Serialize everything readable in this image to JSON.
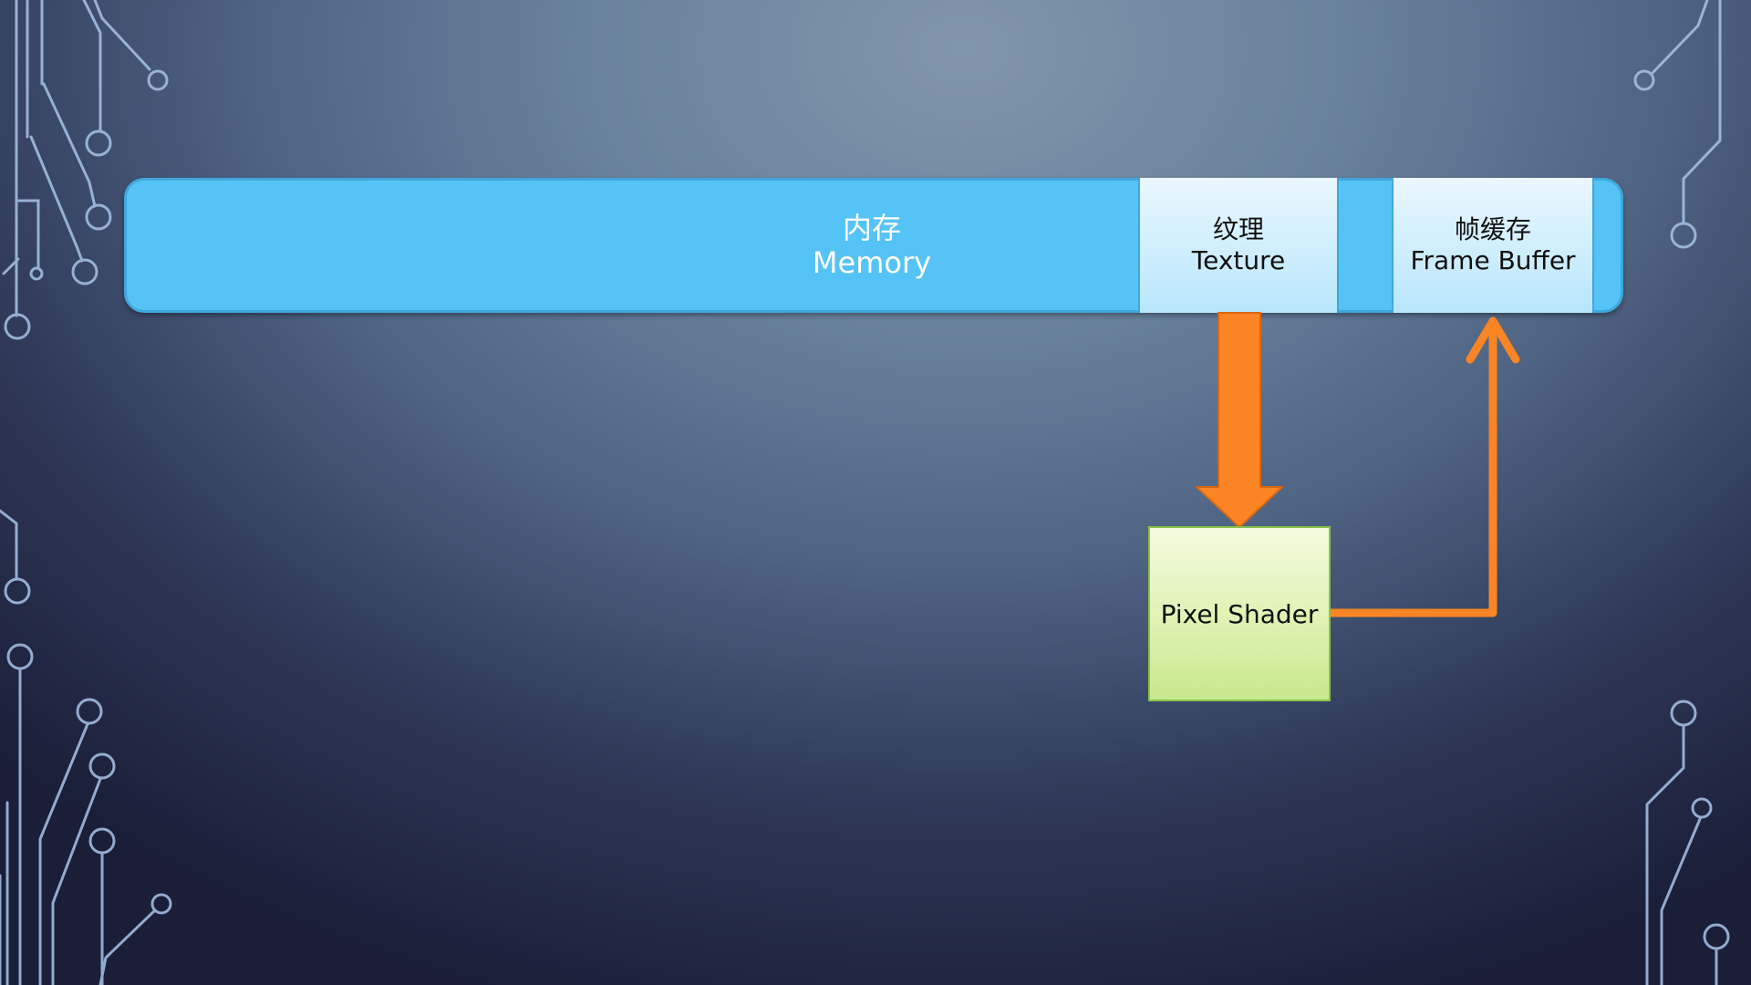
{
  "memory": {
    "label_cn": "内存",
    "label_en": "Memory"
  },
  "texture": {
    "label_cn": "纹理",
    "label_en": "Texture"
  },
  "frame_buffer": {
    "label_cn": "帧缓存",
    "label_en": "Frame Buffer"
  },
  "shader": {
    "label": "Pixel Shader"
  },
  "colors": {
    "memory_bar": "#56c3f6",
    "cell_fill": "#cfeefd",
    "shader_fill": "#dff2b2",
    "arrow": "#fb8524",
    "circuit_lines": "#a8c4e8"
  }
}
